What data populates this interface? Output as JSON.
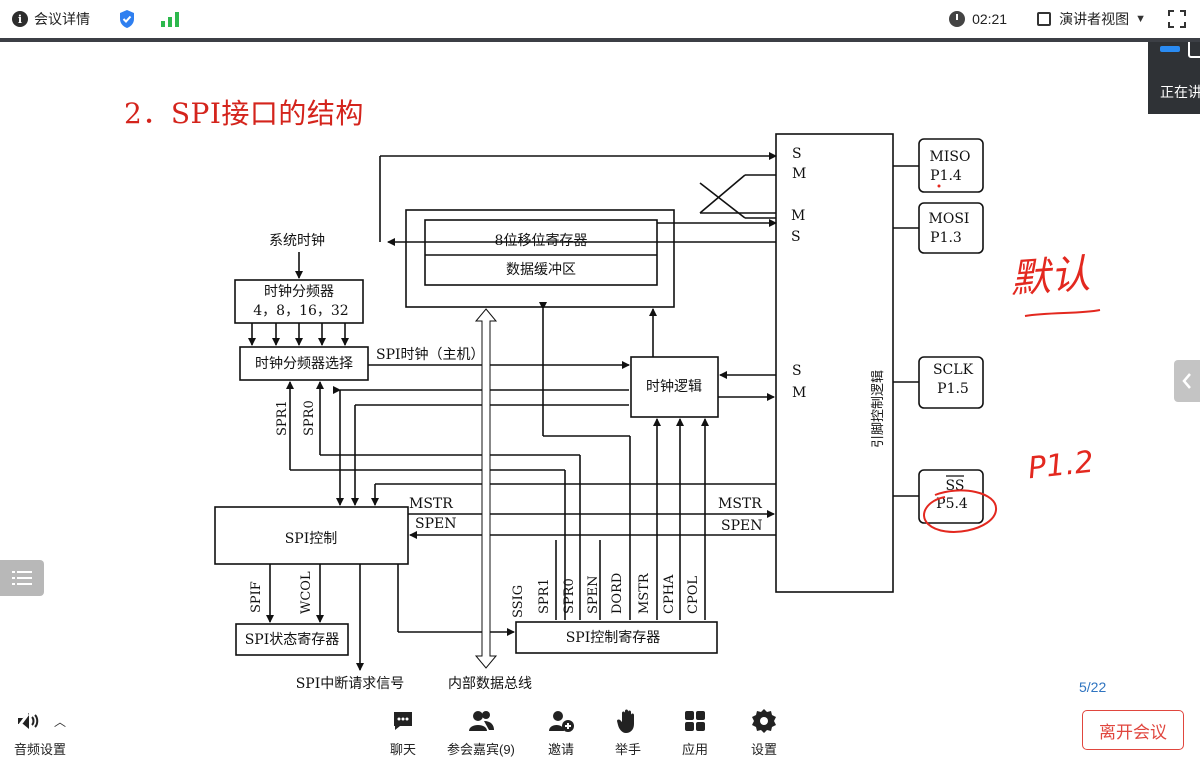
{
  "topbar": {
    "info_icon": "info-icon",
    "meeting_details": "会议详情",
    "shield_icon": "shield-check-icon",
    "signal_icon": "signal-bars-icon",
    "timer": "02:21",
    "speaker_view": "演讲者视图",
    "fullscreen_icon": "fullscreen-icon"
  },
  "side_panel": {
    "speaking_label": "正在讲"
  },
  "slide": {
    "title": "2．SPI接口的结构",
    "page_indicator": "5/22",
    "diagram": {
      "shift_register": "8位移位寄存器",
      "data_buffer": "数据缓冲区",
      "system_clock": "系统时钟",
      "clock_divider": "时钟分频器",
      "divider_values": "4，8，16，32",
      "divider_select": "时钟分频器选择",
      "spi_clock_master": "SPI时钟（主机）",
      "clock_logic": "时钟逻辑",
      "spi_control": "SPI控制",
      "spi_status_register": "SPI状态寄存器",
      "spi_control_register": "SPI控制寄存器",
      "interrupt_signal": "SPI中断请求信号",
      "internal_bus": "内部数据总线",
      "pin_control_logic": "引脚控制逻辑",
      "spr1": "SPR1",
      "spr0": "SPR0",
      "mstr": "MSTR",
      "spen": "SPEN",
      "spif": "SPIF",
      "wcol": "WCOL",
      "ctrl_bits": [
        "SSIG",
        "SPR1",
        "SPR0",
        "SPEN",
        "DORD",
        "MSTR",
        "CPHA",
        "CPOL"
      ],
      "s": "S",
      "m": "M",
      "pins": {
        "miso": "MISO",
        "miso_pin": "P1.4",
        "mosi": "MOSI",
        "mosi_pin": "P1.3",
        "sclk": "SCLK",
        "sclk_pin": "P1.5",
        "ss": "SS",
        "ss_pin": "P5.4"
      }
    },
    "annotations": {
      "default_note": "默认",
      "p12_note": "P1.2"
    }
  },
  "bottombar": {
    "audio_settings": "音频设置",
    "chat": "聊天",
    "participants": "参会嘉宾(9)",
    "invite": "邀请",
    "raise_hand": "举手",
    "apps": "应用",
    "settings": "设置",
    "leave_meeting": "离开会议"
  }
}
